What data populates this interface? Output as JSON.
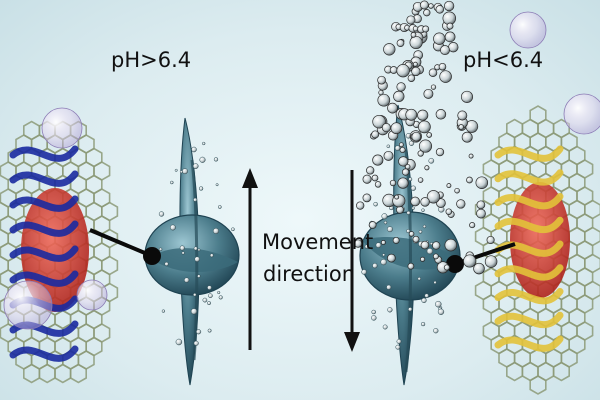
{
  "labels": {
    "ph_left": "pH>6.4",
    "ph_right": "pH<6.4",
    "movement_line1": "Movement",
    "movement_line2": "direction"
  },
  "colors": {
    "background": "#dcecf0",
    "framework": "#8c9a78",
    "core": "#d23a2e",
    "left_strands": "#1a2aa0",
    "right_strands": "#e2c23a",
    "motor_body": "#4c7d8c",
    "tether": "#0a0a0a",
    "bubble_outline": "#2a2a2a"
  },
  "icons": {
    "up_arrow": "arrow-up-icon",
    "down_arrow": "arrow-down-icon"
  }
}
